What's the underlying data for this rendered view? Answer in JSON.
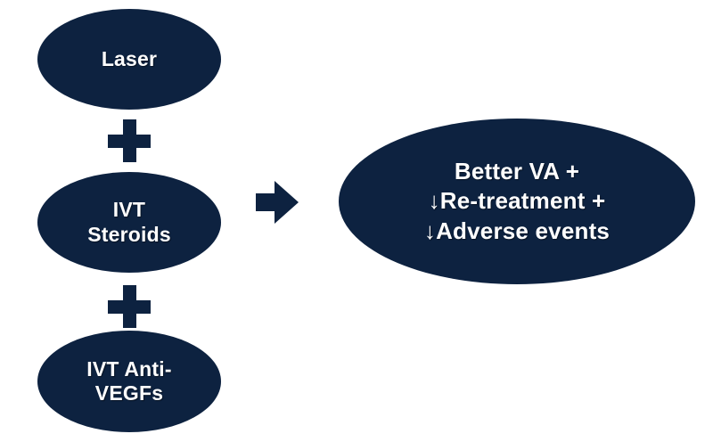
{
  "diagram": {
    "type": "flow-diagram",
    "background_color": "#ffffff",
    "node_color": "#0d2240",
    "node_text_color": "#ffffff",
    "inputs": [
      {
        "id": "laser",
        "label": "Laser"
      },
      {
        "id": "ivt-steroids",
        "label": "IVT\nSteroids"
      },
      {
        "id": "ivt-anti-vegfs",
        "label": "IVT Anti-\nVEGFs"
      }
    ],
    "connectors": [
      {
        "id": "plus-1",
        "symbol": "+",
        "name": "plus-sign"
      },
      {
        "id": "plus-2",
        "symbol": "+",
        "name": "plus-sign"
      }
    ],
    "arrow": {
      "id": "arrow-to-outcome",
      "direction": "right",
      "symbol": "→"
    },
    "outcome": {
      "id": "outcome",
      "label": "Better VA +\n↓Re-treatment +\n↓Adverse events",
      "lines": [
        "Better VA +",
        "↓Re-treatment +",
        "↓Adverse events"
      ]
    }
  }
}
